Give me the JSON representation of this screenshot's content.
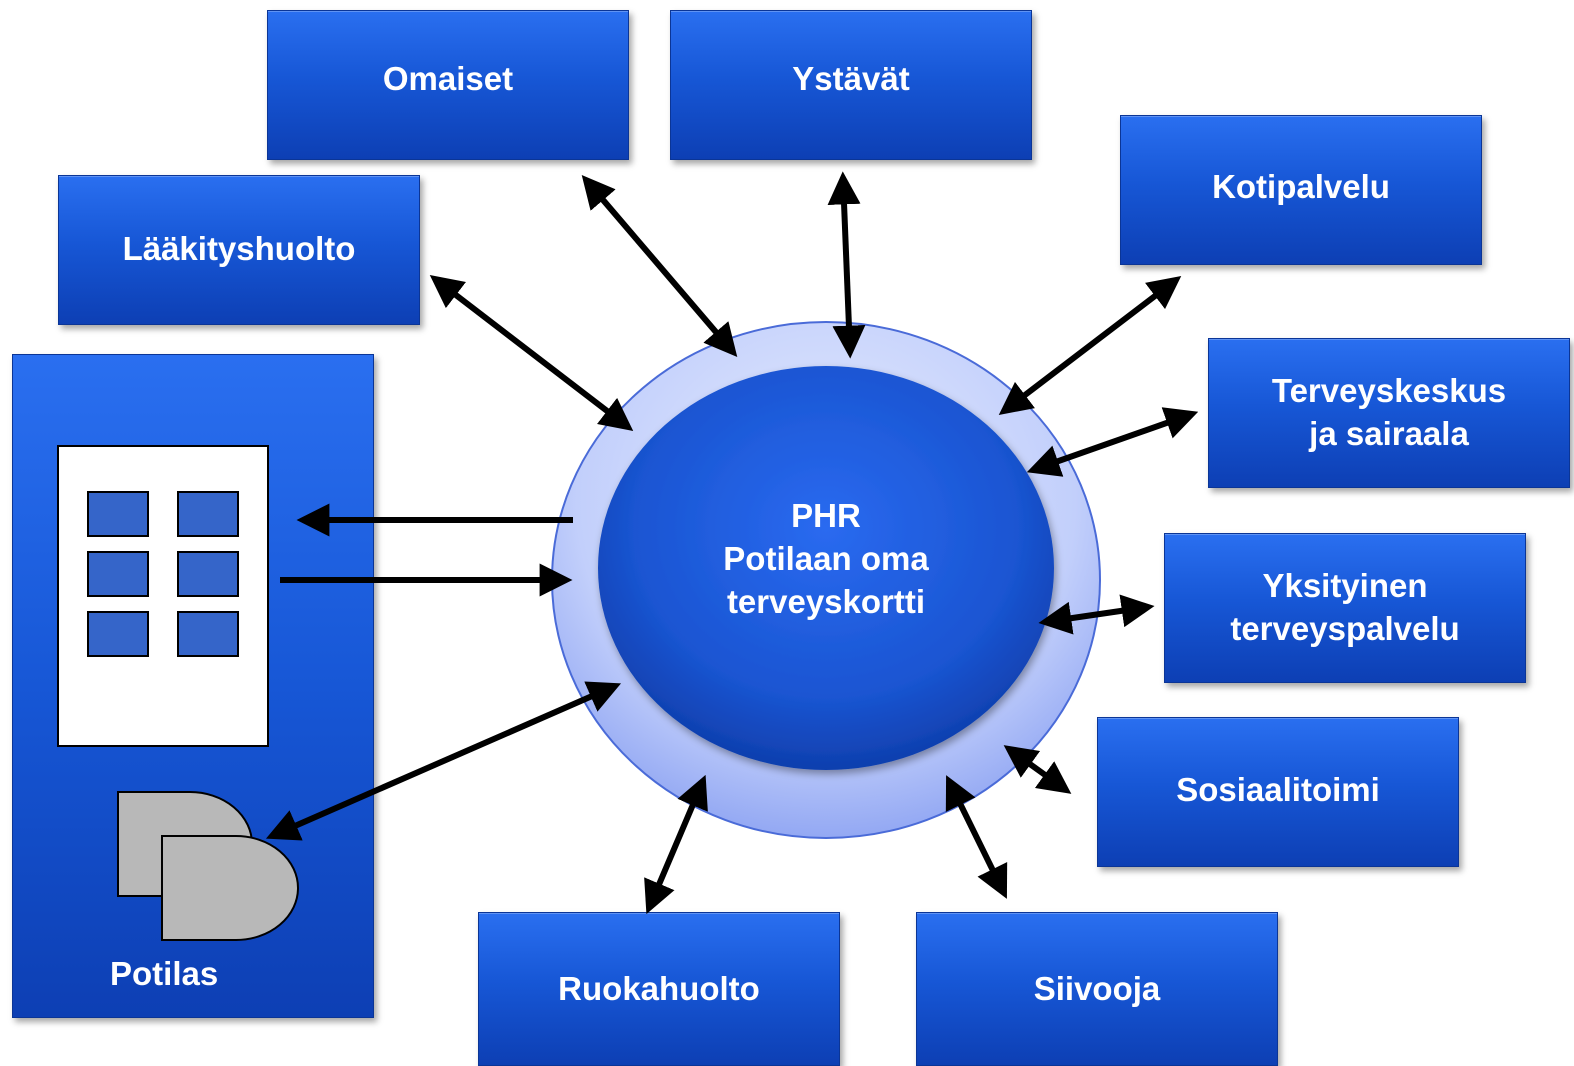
{
  "hub": {
    "lines": [
      "PHR",
      "Potilaan oma",
      "terveyskortti"
    ]
  },
  "nodes": {
    "omaiset": "Omaiset",
    "ystavat": "Ystävät",
    "kotipalvelu": "Kotipalvelu",
    "laakityshuolto": "Lääkityshuolto",
    "terveyskeskus": [
      "Terveyskeskus",
      "ja sairaala"
    ],
    "yksityinen": [
      "Yksityinen",
      "terveyspalvelu"
    ],
    "sosiaalitoimi": "Sosiaalitoimi",
    "ruokahuolto": "Ruokahuolto",
    "siivooja": "Siivooja"
  },
  "patient": {
    "label": "Potilas"
  },
  "colors": {
    "box_fill": "#1757d6",
    "outer_ring": "#a9baf7",
    "inner_circle": "#1a57d4",
    "arrow": "#000000",
    "tile": "#3565c9",
    "bust": "#b8b8b8"
  }
}
